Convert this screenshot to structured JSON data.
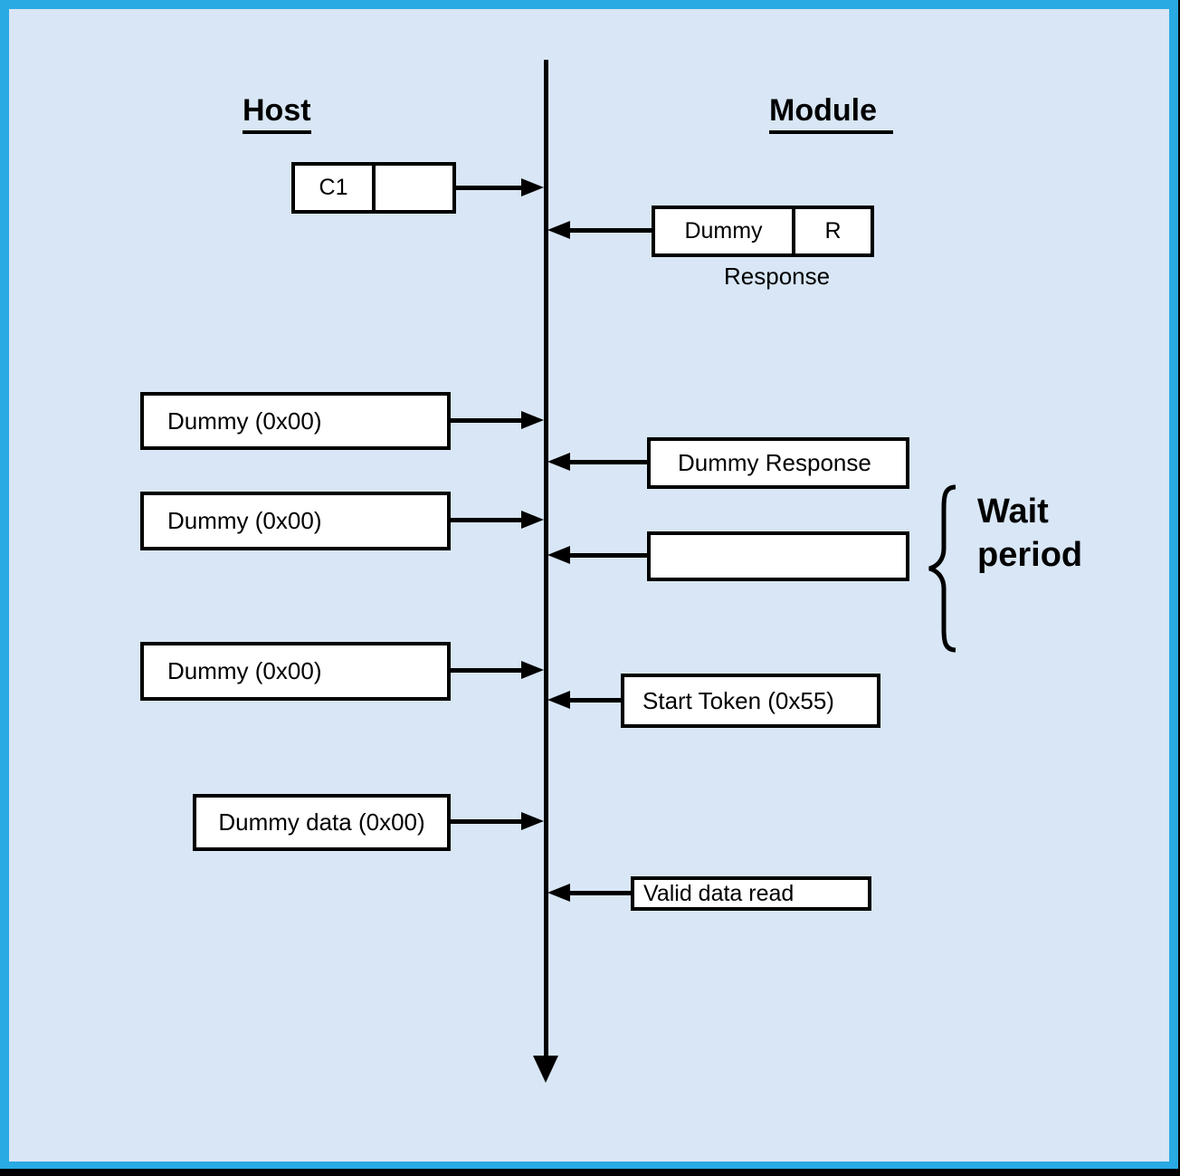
{
  "titles": {
    "host": "Host",
    "module": "Module"
  },
  "messages": {
    "host": [
      {
        "cells": [
          "C1",
          ""
        ]
      },
      {
        "label": "Dummy (0x00)"
      },
      {
        "label": "Dummy (0x00)"
      },
      {
        "label": "Dummy (0x00)"
      },
      {
        "label": "Dummy data (0x00)"
      }
    ],
    "module": [
      {
        "cells": [
          "Dummy",
          "R"
        ],
        "caption": "Response"
      },
      {
        "label": "Dummy Response"
      },
      {
        "label": ""
      },
      {
        "label": "Start Token (0x55)"
      },
      {
        "label": "Valid data read"
      }
    ]
  },
  "annotations": {
    "wait": {
      "line1": "Wait",
      "line2": "period"
    }
  },
  "colors": {
    "frame_border": "#29aae2",
    "canvas_background": "#d8e6f5",
    "box_fill": "#ffffff",
    "line": "#000000"
  }
}
